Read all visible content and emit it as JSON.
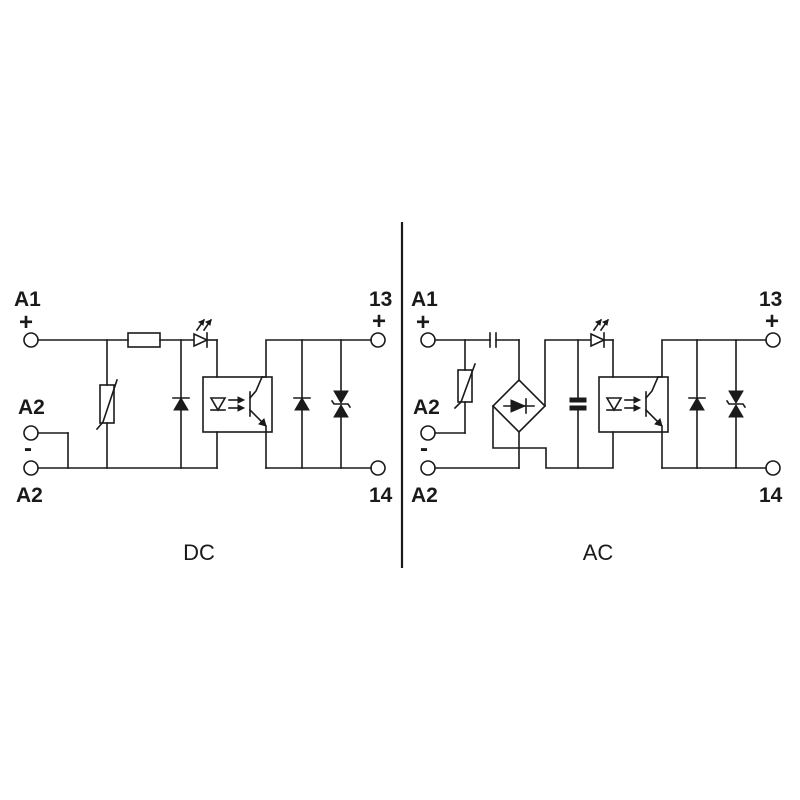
{
  "dc_circuit": {
    "caption": "DC",
    "terminal_a1": "A1",
    "a1_polarity": "+",
    "terminal_a2_top": "A2",
    "a2_polarity": "-",
    "terminal_a2_bottom": "A2",
    "terminal_13": "13",
    "t13_polarity": "+",
    "terminal_14": "14"
  },
  "ac_circuit": {
    "caption": "AC",
    "terminal_a1": "A1",
    "a1_polarity": "+",
    "terminal_a2_top": "A2",
    "a2_polarity": "-",
    "terminal_a2_bottom": "A2",
    "terminal_13": "13",
    "t13_polarity": "+",
    "terminal_14": "14"
  },
  "colors": {
    "ink": "#1a1a1a",
    "background": "#ffffff"
  }
}
